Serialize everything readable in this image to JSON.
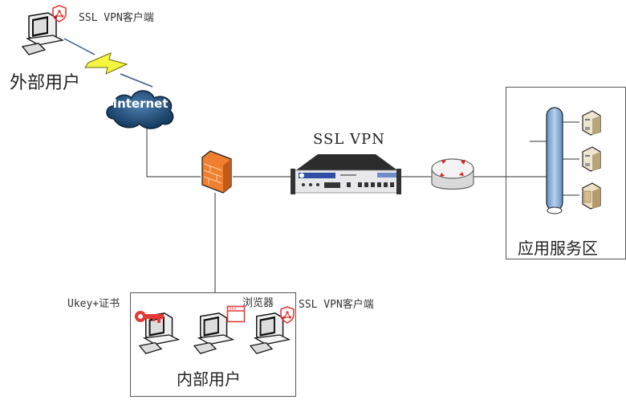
{
  "external_users": {
    "label": "外部用户",
    "client_label": "SSL VPN客户端",
    "client_icon": "vpn-shield-icon"
  },
  "internet": {
    "label": "Internet"
  },
  "ssl_vpn": {
    "label": "SSL VPN"
  },
  "app_zone": {
    "label": "应用服务区",
    "servers": [
      "server-1",
      "server-2",
      "server-3"
    ]
  },
  "internal_users": {
    "label": "内部用户",
    "access_methods": [
      {
        "label": "Ukey+证书",
        "icon": "key-icon"
      },
      {
        "label": "浏览器",
        "icon": "browser-window-icon"
      },
      {
        "label": "SSL VPN客户端",
        "icon": "vpn-shield-icon"
      }
    ]
  },
  "colors": {
    "accent_red": "#e53935",
    "cloud_blue": "#1f4e79",
    "firewall_orange": "#f08030",
    "lightning_yellow": "#f5f542",
    "bus_blue": "#8fb4dc",
    "line": "#333333"
  }
}
